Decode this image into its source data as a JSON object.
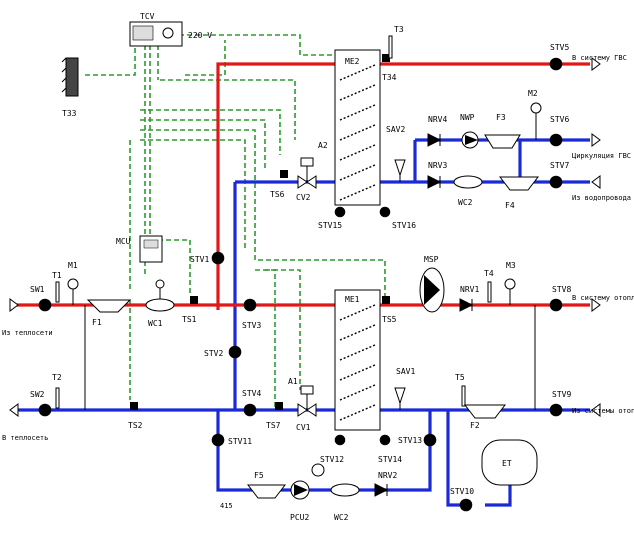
{
  "labels": {
    "tcv": "TCV",
    "v220": "220 V",
    "t3": "T3",
    "t33": "T33",
    "me2": "ME2",
    "me1": "ME1",
    "t34": "T34",
    "stv5": "STV5",
    "to_gvs": "В систему ГВС",
    "sav2": "SAV2",
    "nrv4": "NRV4",
    "nwp": "NWP",
    "m2": "M2",
    "f3": "F3",
    "stv6": "STV6",
    "circ_gvs": "Циркуляция ГВС",
    "a2": "A2",
    "ts6": "TS6",
    "cv2": "CV2",
    "nrv3": "NRV3",
    "wc2_top": "WC2",
    "f4": "F4",
    "stv7": "STV7",
    "from_water": "Из водопровода",
    "stv15": "STV15",
    "stv16": "STV16",
    "mcu": "MCU",
    "stv1": "STV1",
    "msp": "MSP",
    "t4": "T4",
    "m3": "M3",
    "nrv1": "NRV1",
    "stv8": "STV8",
    "to_heat": "В систему отопления",
    "sw1": "SW1",
    "t1": "T1",
    "m1": "M1",
    "f1": "F1",
    "wc1": "WC1",
    "ts1": "TS1",
    "stv3": "STV3",
    "ts5": "TS5",
    "from_net": "Из теплосети",
    "stv2": "STV2",
    "sav1": "SAV1",
    "t2": "T2",
    "t5": "T5",
    "sw2": "SW2",
    "stv4": "STV4",
    "a1": "A1",
    "ts7": "TS7",
    "ts2": "TS2",
    "f2": "F2",
    "stv9": "STV9",
    "from_heat": "Из системы отопления",
    "to_net": "В теплосеть",
    "stv11": "STV11",
    "cv1": "CV1",
    "stv12": "STV12",
    "stv14": "STV14",
    "stv13": "STV13",
    "et": "ET",
    "f5": "F5",
    "nrv2": "NRV2",
    "pcu2": "PCU2",
    "wc2_bot": "WC2",
    "stv10": "STV10",
    "n415": "415"
  }
}
